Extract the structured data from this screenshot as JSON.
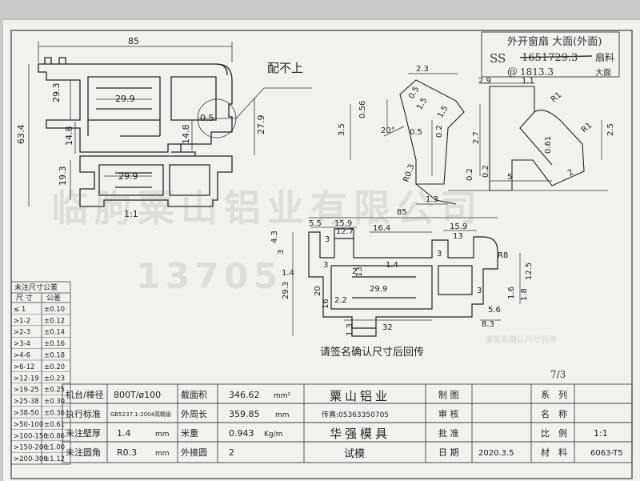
{
  "labels": {
    "pei_bu_shang": "配不上",
    "scale_main": "1:1",
    "confirm_note": "请签名确认尺寸后回传",
    "hand_top_1": "外开窗扇  大面(外面)",
    "hand_ss": "SS",
    "hand_struck": "1651729.3",
    "hand_side": "扇料",
    "hand_side2": "大面",
    "hand_sub": "1813.3",
    "hand_mark": "7/3"
  },
  "dims_profile": [
    "85",
    "29.3",
    "29.9",
    "63.4",
    "14.8",
    "14.8",
    "19.3",
    "29.9",
    "0.5",
    "27.9"
  ],
  "dims_detail_right": [
    "2.3",
    "2.9",
    "1.1",
    "R1",
    "R1",
    "2.5",
    "2",
    "0.61",
    "5",
    "0.2"
  ],
  "dims_detail_left": [
    "0.56",
    "0.5",
    "1.5",
    "20°",
    "3.5",
    "1.5",
    "0.5",
    "0.2",
    "2.7",
    "R0.3",
    "0.2",
    "1.3"
  ],
  "dims_bottom": [
    "85",
    "5.5",
    "15.9",
    "3",
    "12.7",
    "16.4",
    "15.9",
    "13",
    "4.3",
    "3",
    "3",
    "1.4",
    "1.4",
    "3",
    "2",
    "29.3",
    "20",
    "2.2",
    "16",
    "29.9",
    "13",
    "32",
    "1.3",
    "R8",
    "12.5",
    "1.6",
    "1.8",
    "3",
    "5.6",
    "8.3"
  ],
  "tolerance": {
    "title": "未注尺寸公差",
    "headers": [
      "尺 寸",
      "公差"
    ],
    "rows": [
      [
        "≤ 1",
        "±0.10"
      ],
      [
        ">1-2",
        "±0.12"
      ],
      [
        ">2-3",
        "±0.14"
      ],
      [
        ">3-4",
        "±0.16"
      ],
      [
        ">4-6",
        "±0.18"
      ],
      [
        ">6-12",
        "±0.20"
      ],
      [
        ">12-19",
        "±0.23"
      ],
      [
        ">19-25",
        "±0.25"
      ],
      [
        ">25-38",
        "±0.30"
      ],
      [
        ">38-50",
        "±0.36"
      ],
      [
        ">50-100",
        "±0.61"
      ],
      [
        ">100-150",
        "±0.86"
      ],
      [
        ">150-200",
        "±1.00"
      ],
      [
        ">200-300",
        "±1.12"
      ]
    ]
  },
  "titleblock": {
    "r1": [
      "机台/棒径",
      "800T/ø100",
      "截面积",
      "346.62",
      "mm²"
    ],
    "r2": [
      "执行标准",
      "GB5237.1-2004高精级",
      "外周长",
      "359.85",
      "mm"
    ],
    "r3": [
      "未注壁厚",
      "1.4",
      "mm",
      "米重",
      "0.943",
      "Kg/m"
    ],
    "r4": [
      "未注圆角",
      "R0.3",
      "mm",
      "外接圆",
      "2"
    ],
    "company": "粟山铝业",
    "fax": "传真:05363350705",
    "mold": "华强模具",
    "mold_sub": "试模",
    "roles": [
      "制 图",
      "审 核",
      "批 准",
      "日 期"
    ],
    "date": "2020.3.5",
    "series": [
      "系",
      "列"
    ],
    "name": [
      "名",
      "称"
    ],
    "scale_label": [
      "比",
      "例"
    ],
    "scale_value": "1:1",
    "material": [
      "材",
      "料"
    ],
    "material_value": "6063-T5"
  },
  "watermark": {
    "line1": "临朐粟山铝业有限公司",
    "line2": "13705",
    "line3": "请签名确认尺寸后传"
  }
}
